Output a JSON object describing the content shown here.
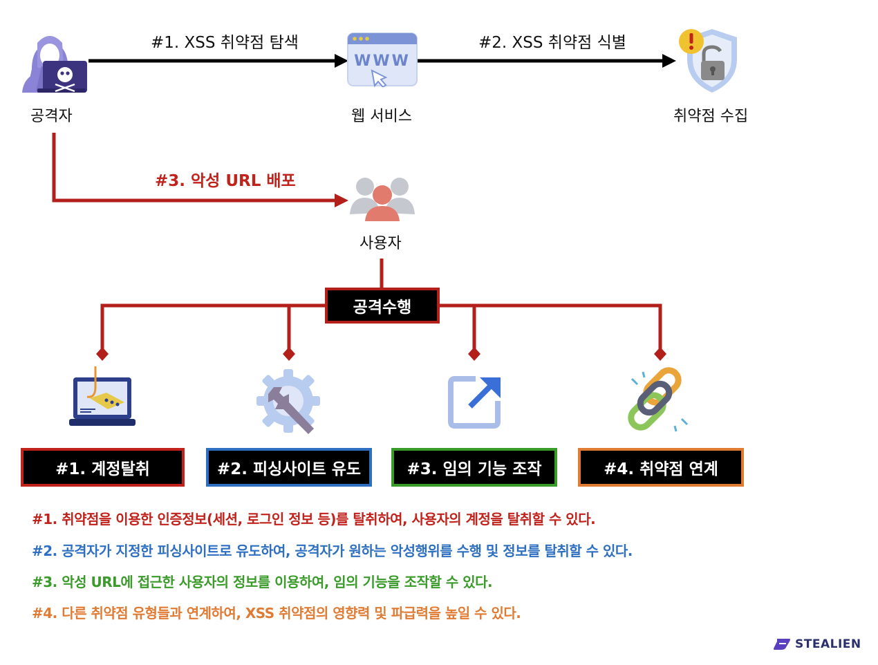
{
  "top_flow": {
    "step1_label": "#1. XSS 취약점 탐색",
    "step2_label": "#2. XSS 취약점 식별",
    "step3_label": "#3. 악성 URL 배포",
    "attacker_label": "공격자",
    "web_label": "웹 서비스",
    "www_text": "WWW",
    "collect_label": "취약점 수집",
    "user_label": "사용자"
  },
  "attack_box": {
    "label": "공격수행"
  },
  "outcomes": [
    {
      "label": "#1. 계정탈취",
      "border_color": "#c0221c"
    },
    {
      "label": "#2. 피싱사이트 유도",
      "border_color": "#2e6fc1"
    },
    {
      "label": "#3. 임의 기능 조작",
      "border_color": "#3a9a2a"
    },
    {
      "label": "#4. 취약점 연계",
      "border_color": "#e07b34"
    }
  ],
  "descriptions": [
    {
      "text": "#1. 취약점을 이용한 인증정보(세션, 로그인 정보 등)를 탈취하여, 사용자의 계정을 탈취할 수 있다.",
      "color": "#c0221c"
    },
    {
      "text": "#2. 공격자가 지정한 피싱사이트로 유도하여, 공격자가 원하는 악성행위를 수행 및 정보를 탈취할 수 있다.",
      "color": "#2e6fc1"
    },
    {
      "text": "#3. 악성 URL에 접근한 사용자의 정보를 이용하여, 임의 기능을 조작할 수 있다.",
      "color": "#3a9a2a"
    },
    {
      "text": "#4. 다른 취약점 유형들과 연계하여, XSS 취약점의 영향력 및 파급력을 높일 수 있다.",
      "color": "#e07b34"
    }
  ],
  "brand": {
    "name": "STEALIEN"
  },
  "colors": {
    "red_line": "#b3201b",
    "black_line": "#000000"
  }
}
